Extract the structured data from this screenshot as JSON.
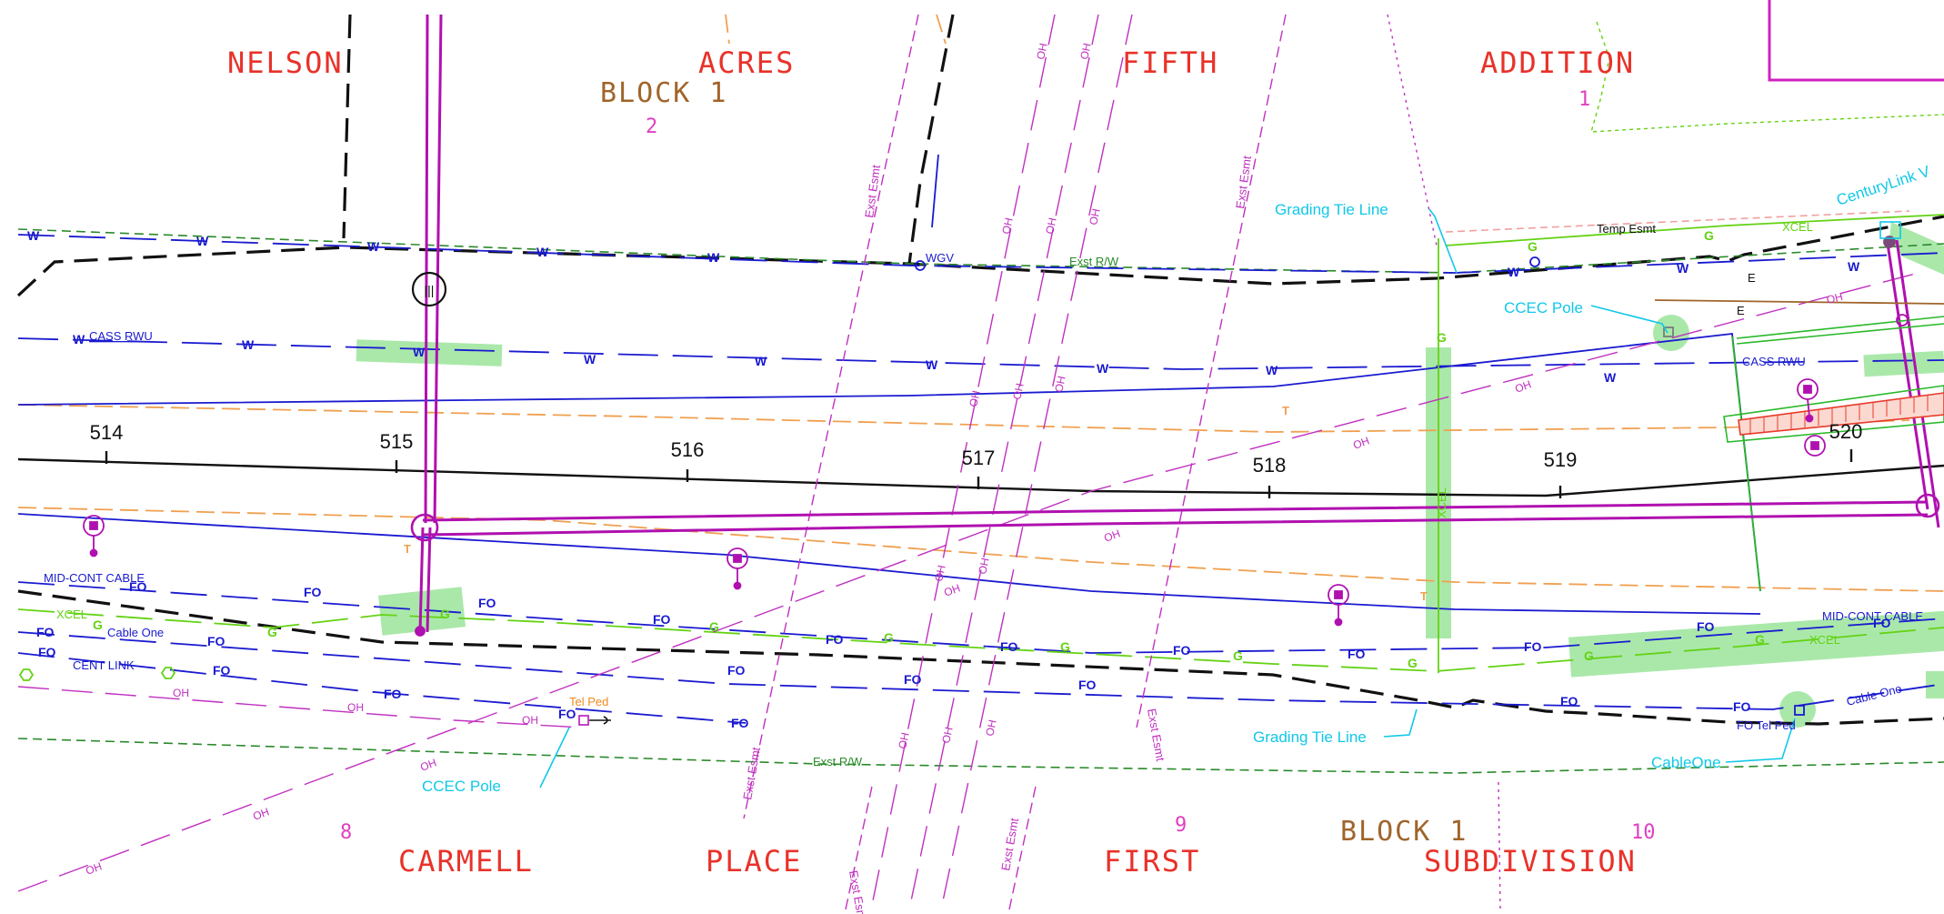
{
  "title_labels": {
    "nelson": "NELSON",
    "acres": "ACRES",
    "fifth": "FIFTH",
    "addition": "ADDITION",
    "block_top": "BLOCK 1",
    "carmell": "CARMELL",
    "place": "PLACE",
    "first": "FIRST",
    "subdivision": "SUBDIVISION",
    "block_bottom": "BLOCK 1"
  },
  "lot_numbers": {
    "lot_2": "2",
    "lot_1": "1",
    "lot_8": "8",
    "lot_9": "9",
    "lot_10": "10"
  },
  "stations": [
    "514",
    "515",
    "516",
    "517",
    "518",
    "519",
    "520"
  ],
  "utility_labels": {
    "cass_rwu_left": "CASS RWU",
    "cass_rwu_right": "CASS RWU",
    "mid_cont_left": "MID-CONT CABLE",
    "mid_cont_right": "MID-CONT CABLE",
    "xcel_left": "XCEL",
    "xcel_right": "XCEL",
    "xcel_top": "XCEL",
    "xcel_vertical": "XCEL",
    "cable_one_left": "Cable One",
    "cable_one_right": "Cable One",
    "cent_link": "CENT LINK",
    "temp_esmt": "Temp Esmt",
    "exst_rw_top": "Exst R/W",
    "exst_rw_bottom": "Exst R/W",
    "exst_esmt": "Exst Esmt",
    "wgv": "WGV",
    "tel_ped_left": "Tel Ped",
    "fo_tel_ped": "FO Tel Ped",
    "oh": "OH",
    "w": "W",
    "fo": "FO",
    "g": "G",
    "t": "T",
    "e": "E",
    "century_link_cut": "CenturyLink V"
  },
  "callouts": {
    "grading_tie_top": "Grading Tie Line",
    "grading_tie_bottom": "Grading Tie Line",
    "ccec_pole_top": "CCEC Pole",
    "ccec_pole_bottom": "CCEC Pole",
    "cable_one": "CableOne",
    "century_link": "CenturyLink V"
  },
  "colors": {
    "title_red": "#e8322a",
    "block_brown": "#a0642a",
    "lot_magenta": "#e040c0",
    "water_blue": "#1a1ad0",
    "overhead_magenta": "#c030c0",
    "gas_green": "#64d214",
    "row_green": "#2a8a2a",
    "highlight_green": "#8ee08e",
    "callout_cyan": "#10c8e8",
    "telecom_orange": "#f0a050",
    "pipe_purple": "#b010b0",
    "black": "#111111"
  }
}
